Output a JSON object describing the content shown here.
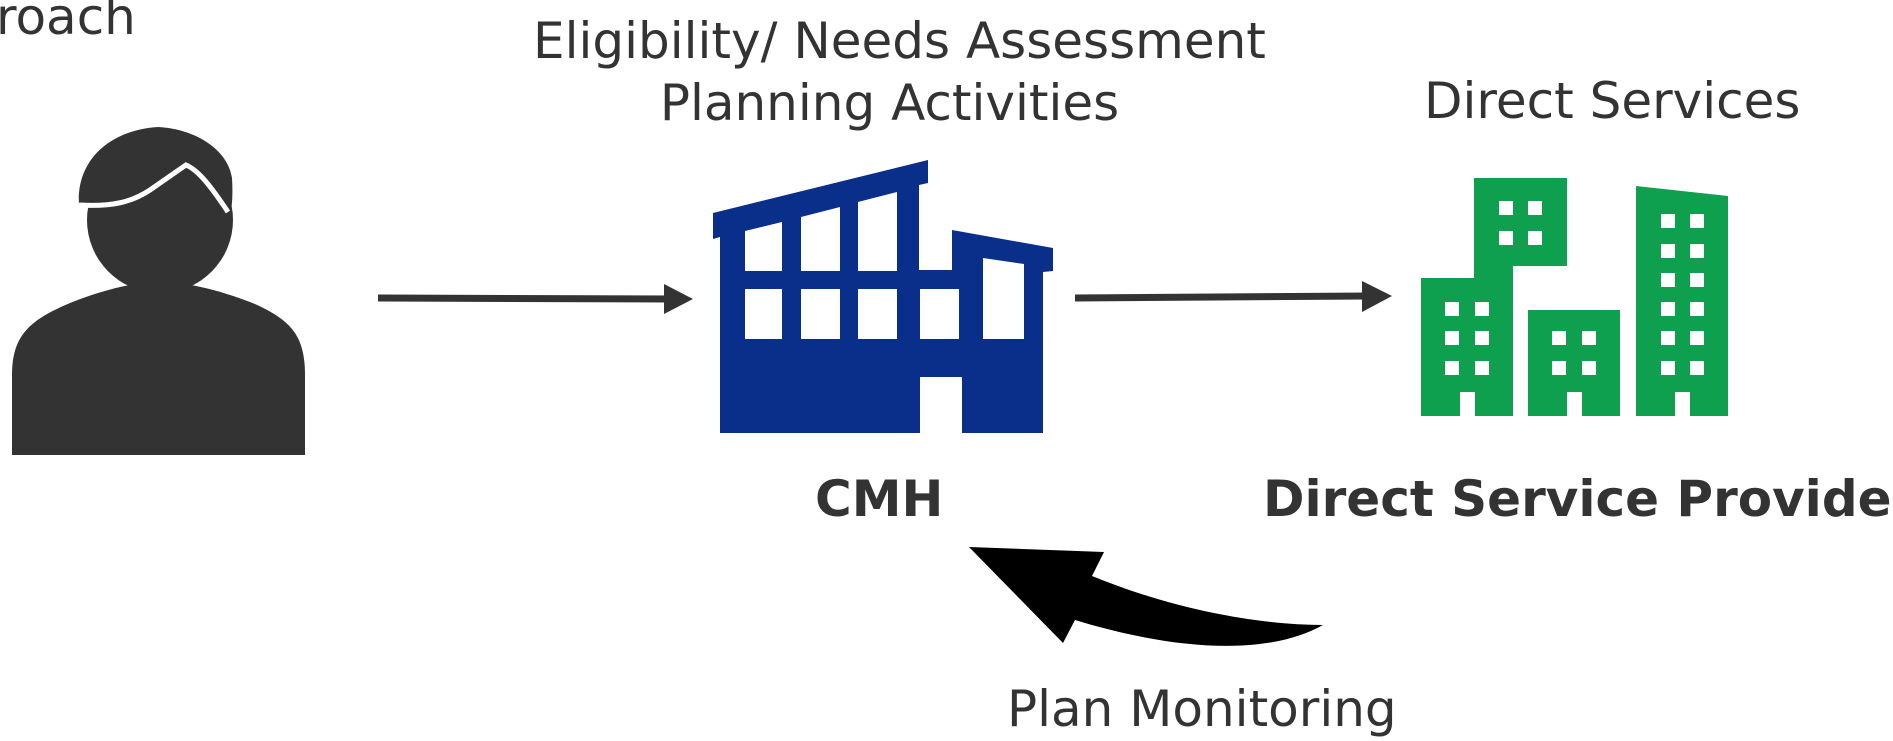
{
  "colors": {
    "text": "#333333",
    "person": "#333333",
    "cmh_building": "#0a2f8a",
    "providers": "#0ea04e",
    "arrow": "#333333",
    "feedback_arrow": "#000000"
  },
  "header": {
    "title_fragment": "roach"
  },
  "cmh": {
    "activities": [
      "Eligibility/ Needs Assessment",
      "Planning Activities"
    ],
    "label": "CMH"
  },
  "providers": {
    "caption": "Direct Services",
    "label": "Direct Service Providers"
  },
  "feedback": {
    "label": "Plan Monitoring"
  },
  "icons": {
    "person": "person-icon",
    "cmh": "office-building-icon",
    "providers": "city-buildings-icon"
  }
}
